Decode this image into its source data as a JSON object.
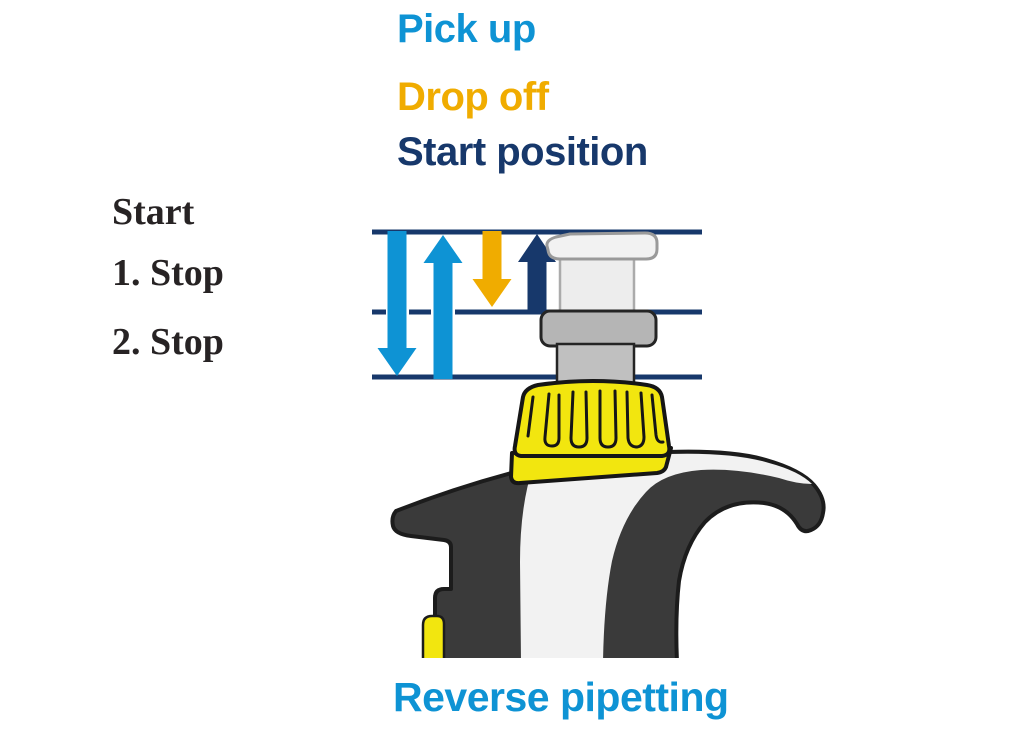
{
  "legend": {
    "pick_up": "Pick up",
    "drop_off": "Drop off",
    "start_position": "Start position"
  },
  "plunger_stops": {
    "start": "Start",
    "first_stop": "1. Stop",
    "second_stop": "2. Stop"
  },
  "caption": "Reverse pipetting",
  "colors": {
    "light_blue": "#0E93D4",
    "orange": "#F0AC00",
    "dark_blue": "#17386B",
    "label_dark": "#272324",
    "yellow": "#F2E60F",
    "body_gray": "#3A3A3A",
    "outline_black": "#1C1C1C",
    "cap_white": "#F2F2F2",
    "shaft_white": "#EDEDED",
    "collar_gray": "#B5B5B5",
    "shaft_gray": "#C0C0C0",
    "stripe_white": "#F2F2F2",
    "background": "#FFFFFF"
  },
  "arrows": [
    {
      "name": "pick-up-down",
      "color_key": "light_blue",
      "direction": "down",
      "from": "Start",
      "to": "2. Stop"
    },
    {
      "name": "pick-up-up",
      "color_key": "light_blue",
      "direction": "up",
      "from": "2. Stop",
      "to": "Start"
    },
    {
      "name": "drop-off-down",
      "color_key": "orange",
      "direction": "down",
      "from": "Start",
      "to": "1. Stop"
    },
    {
      "name": "start-position-up",
      "color_key": "dark_blue",
      "direction": "up",
      "from": "1. Stop",
      "to": "Start"
    }
  ]
}
